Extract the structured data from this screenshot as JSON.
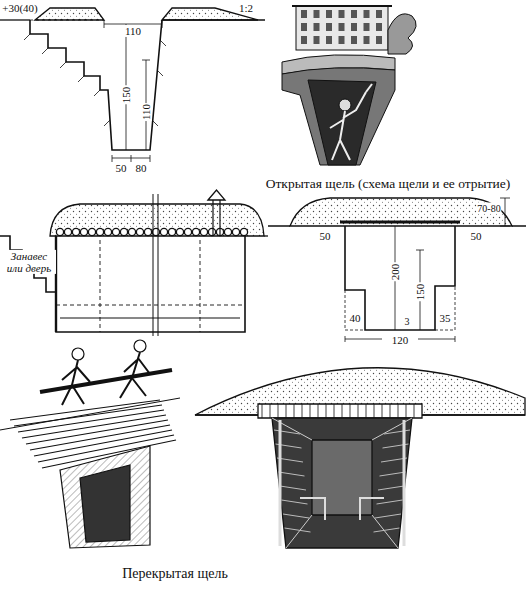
{
  "diagram": {
    "caption": "Перекрытая щель",
    "labels": [
      "+30(40)",
      "110",
      "1:2",
      "150",
      "110",
      "50",
      "80",
      "Открытая щель (схема щели и ее отрытие)",
      "Занавес или дверь",
      "70-80",
      "50",
      "50",
      "200",
      "150",
      "40",
      "35",
      "3",
      "120"
    ]
  }
}
